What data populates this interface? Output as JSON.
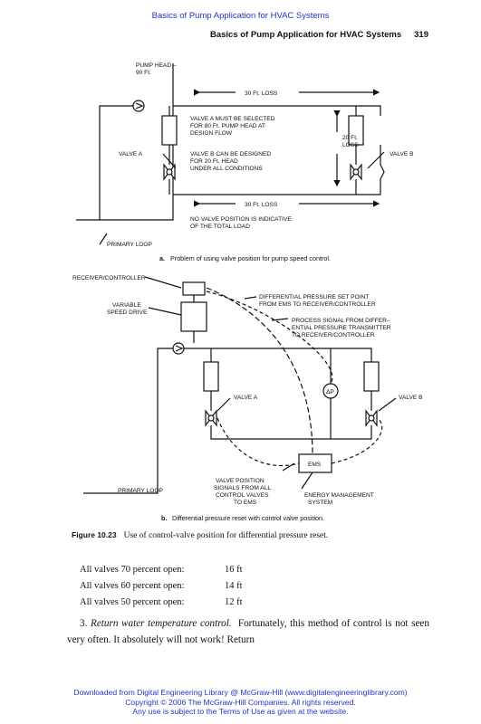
{
  "header": {
    "top_link": "Basics of Pump Application for HVAC Systems",
    "running_title": "Basics of Pump Application for HVAC Systems",
    "page_number": "319"
  },
  "figure_a": {
    "pump_head_line1": "PUMP HEAD –",
    "pump_head_line2": "90 Ft.",
    "loss_top": "30 Ft. LOSS",
    "loss_bottom": "30 Ft. LOSS",
    "loss_right_line1": "20 Ft.",
    "loss_right_line2": "LOSS",
    "valve_a": "VALVE A",
    "valve_b": "VALVE B",
    "note_a_line1": "VALVE A MUST BE SELECTED",
    "note_a_line2": "FOR 80 Ft. PUMP HEAD AT",
    "note_a_line3": "DESIGN FLOW",
    "note_b_line1": "VALVE B CAN BE DESIGNED",
    "note_b_line2": "FOR 20 Ft. HEAD",
    "note_b_line3": "UNDER ALL CONDITIONS",
    "note_pos_line1": "NO VALVE POSITION IS INDICATIVE",
    "note_pos_line2": "OF THE TOTAL LOAD",
    "primary_loop": "PRIMARY LOOP",
    "caption_letter": "a.",
    "caption_text": "Problem of using valve position for pump speed control."
  },
  "figure_b": {
    "receiver": "RECEIVER/CONTROLLER",
    "vsd_line1": "VARIABLE",
    "vsd_line2": "SPEED DRIVE",
    "dp_line1": "DIFFERENTIAL PRESSURE SET POINT",
    "dp_line2": "FROM EMS TO RECEIVER/CONTROLLER",
    "ps_line1": "PROCESS SIGNAL FROM DIFFER–",
    "ps_line2": "ENTIAL PRESSURE TRANSMITTER",
    "ps_line3": "TO RECEIVER/CONTROLLER",
    "valve_a": "VALVE A",
    "valve_b": "VALVE B",
    "dp_symbol": "ΔP",
    "ems": "EMS",
    "primary_loop": "PRIMARY LOOP",
    "vp_line1": "VALVE POSITION",
    "vp_line2": "SIGNALS FROM ALL",
    "vp_line3": "CONTROL VALVES",
    "vp_line4": "TO EMS",
    "energy_line1": "ENERGY MANAGEMENT",
    "energy_line2": "SYSTEM",
    "caption_letter": "b.",
    "caption_text": "Differential pressure reset with control valve position."
  },
  "caption": {
    "label": "Figure 10.23",
    "text": "Use of control-valve position for differential pressure reset."
  },
  "valve_list": [
    {
      "label": "All valves 70 percent open:",
      "value": "16 ft"
    },
    {
      "label": "All valves 60 percent open:",
      "value": "14 ft"
    },
    {
      "label": "All valves 50 percent open:",
      "value": "12 ft"
    }
  ],
  "paragraph": {
    "number": "3.",
    "heading": "Return water temperature control.",
    "body": "Fortunately, this method of control is not seen very often. It absolutely will not work! Return"
  },
  "footer": {
    "line1": "Downloaded from Digital Engineering Library @ McGraw-Hill (www.digitalengineeringlibrary.com)",
    "line2": "Copyright © 2006 The McGraw-Hill Companies. All rights reserved.",
    "line3": "Any use is subject to the Terms of Use as given at the website."
  }
}
